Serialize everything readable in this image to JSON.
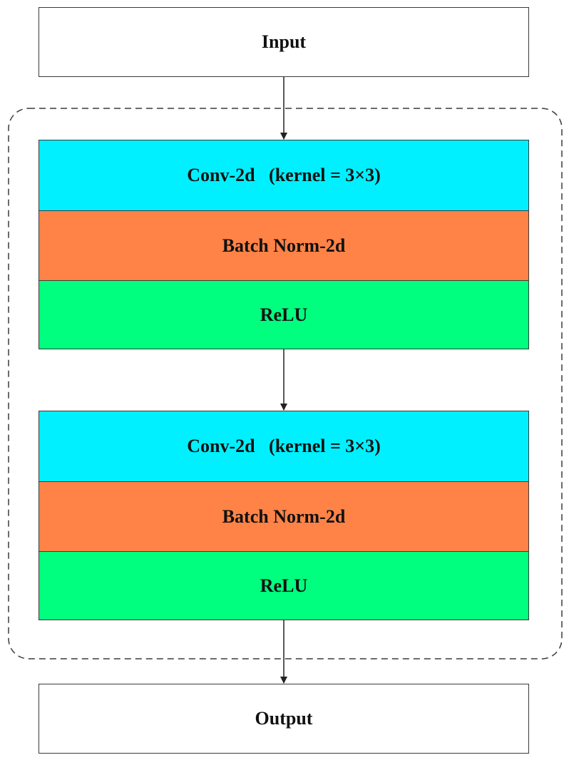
{
  "input": {
    "label": "Input"
  },
  "output": {
    "label": "Output"
  },
  "blocks": [
    {
      "conv": {
        "label": "Conv-2d   (kernel = 3×3)",
        "color": "#00f0ff"
      },
      "bn": {
        "label": "Batch Norm-2d",
        "color": "#ff8347"
      },
      "relu": {
        "label": "ReLU",
        "color": "#00ff7f"
      }
    },
    {
      "conv": {
        "label": "Conv-2d   (kernel = 3×3)",
        "color": "#00f0ff"
      },
      "bn": {
        "label": "Batch Norm-2d",
        "color": "#ff8347"
      },
      "relu": {
        "label": "ReLU",
        "color": "#00ff7f"
      }
    }
  ]
}
